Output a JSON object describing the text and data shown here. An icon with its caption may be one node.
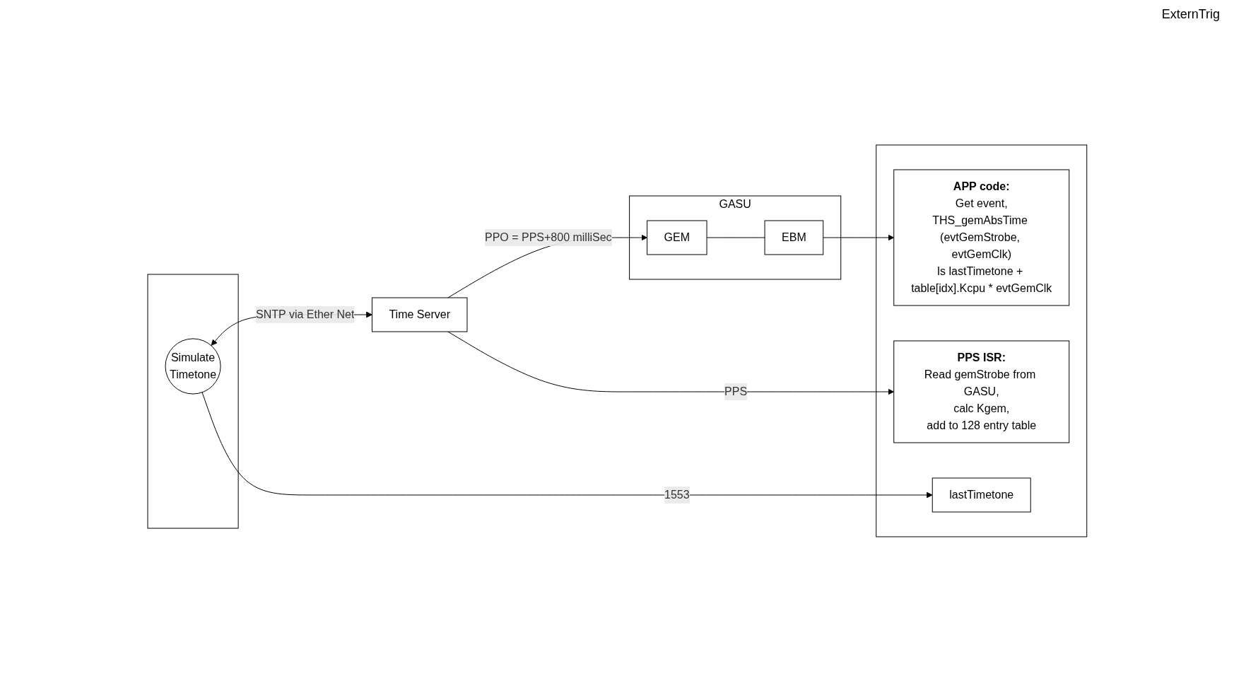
{
  "diagram": {
    "nodes": [
      {
        "text": [
          "Time Server"
        ]
      },
      {
        "text": [],
        "shape": "box"
      },
      {
        "text": [
          "Simulate",
          "Timetone"
        ],
        "in": 1
      },
      {
        "text": [],
        "shape": "box"
      },
      {
        "text": [
          "PPS ISR:",
          "Read gemStrobe from GASU,",
          "calc Kgem,",
          "add to 128 entry table"
        ],
        "in": 3
      },
      {
        "text": [
          "lastTimetone"
        ],
        "in": 3
      },
      {
        "text": [
          "APP code:",
          "Get event,",
          "THS_gemAbsTime (evtGemStrobe, evtGemClk)",
          "Is lastTimetone + table[idx].Kcpu * evtGemClk"
        ],
        "in": 3
      },
      {
        "text": [
          "GASU"
        ]
      },
      {
        "text": [
          "GEM"
        ],
        "in": 7
      },
      {
        "text": [
          "EBM"
        ],
        "in": 7
      }
    ],
    "edges": [
      {
        "from": 2,
        "to": 0,
        "arrow": "both",
        "label": "SNTP via Ether Net"
      },
      {
        "from": 0,
        "to": 8,
        "arrow": "to",
        "label": "PPO = PPS+800 milliSec"
      },
      {
        "from": 0,
        "to": 4,
        "arrow": "to",
        "label": "PPS"
      },
      {
        "from": 2,
        "to": 5,
        "arrow": "to",
        "label": "1553"
      },
      {
        "from": 8,
        "to": 9,
        "arrow": "none"
      },
      {
        "from": 9,
        "to": 6,
        "arrow": "to"
      }
    ],
    "labels": [
      "ExternTrig"
    ]
  }
}
